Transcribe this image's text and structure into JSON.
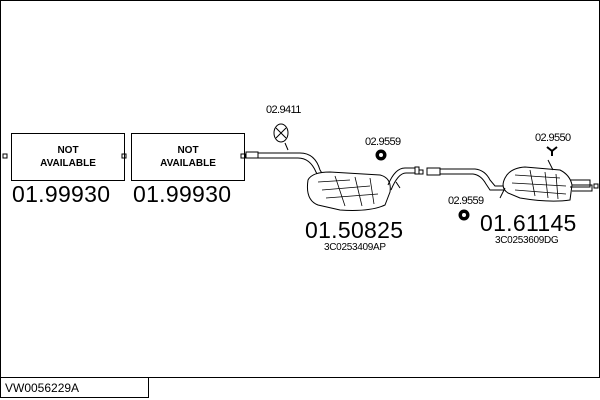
{
  "diagram_code": "VW0056229A",
  "parts": [
    {
      "box_text_1": "NOT",
      "box_text_2": "AVAILABLE",
      "part_number": "01.99930"
    },
    {
      "box_text_1": "NOT",
      "box_text_2": "AVAILABLE",
      "part_number": "01.99930"
    },
    {
      "part_number": "01.50825",
      "oem_number": "3C0253409AP"
    },
    {
      "part_number": "01.61145",
      "oem_number": "3C0253609DG"
    }
  ],
  "accessories": [
    {
      "ref": "02.9411"
    },
    {
      "ref": "02.9559"
    },
    {
      "ref": "02.9550"
    },
    {
      "ref": "02.9559"
    }
  ]
}
